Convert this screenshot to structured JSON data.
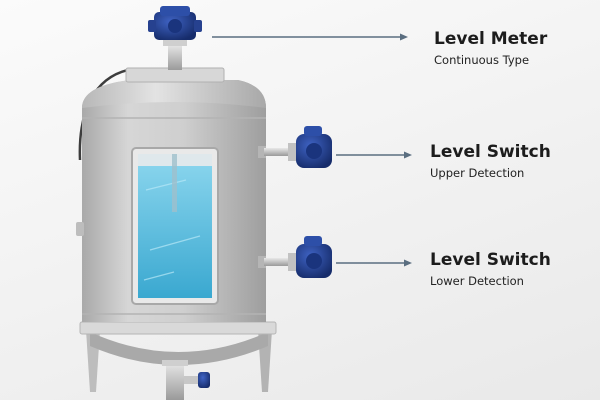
{
  "callouts": [
    {
      "title": "Level Meter",
      "subtitle": "Continuous Type"
    },
    {
      "title": "Level Switch",
      "subtitle": "Upper Detection"
    },
    {
      "title": "Level Switch",
      "subtitle": "Lower Detection"
    }
  ],
  "colors": {
    "tank_body": "#c9c9c9",
    "water": "#4fb6d8",
    "sensor_blue": "#233f8f",
    "arrow": "#5a6e80",
    "text": "#1c1c1c"
  }
}
